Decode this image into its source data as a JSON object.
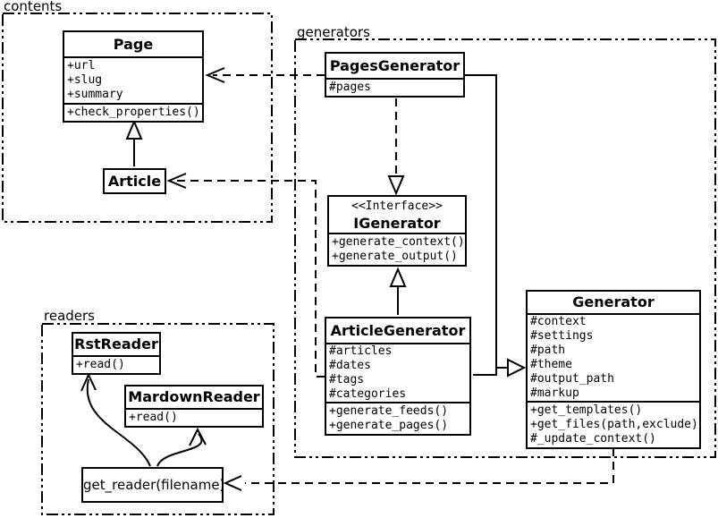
{
  "diagram_title": "UML class diagram",
  "colors": {
    "line": "#000000",
    "background": "#ffffff"
  },
  "packages": {
    "contents": {
      "label": "contents"
    },
    "generators": {
      "label": "generators"
    },
    "readers": {
      "label": "readers"
    }
  },
  "classes": {
    "page": {
      "title": "Page",
      "attrs": [
        "+url",
        "+slug",
        "+summary"
      ],
      "methods": [
        "+check_properties()"
      ]
    },
    "article": {
      "title": "Article"
    },
    "pages_generator": {
      "title": "PagesGenerator",
      "attrs": [
        "#pages"
      ]
    },
    "igenerator": {
      "stereotype": "<<Interface>>",
      "title": "IGenerator",
      "methods": [
        "+generate_context()",
        "+generate_output()"
      ]
    },
    "article_generator": {
      "title": "ArticleGenerator",
      "attrs": [
        "#articles",
        "#dates",
        "#tags",
        "#categories"
      ],
      "methods": [
        "+generate_feeds()",
        "+generate_pages()"
      ]
    },
    "generator": {
      "title": "Generator",
      "attrs": [
        "#context",
        "#settings",
        "#path",
        "#theme",
        "#output_path",
        "#markup"
      ],
      "methods": [
        "+get_templates()",
        "+get_files(path,exclude)",
        "#_update_context()"
      ]
    },
    "rst_reader": {
      "title": "RstReader",
      "methods": [
        "+read()"
      ]
    },
    "mardown_reader": {
      "title": "MardownReader",
      "methods": [
        "+read()"
      ]
    },
    "get_reader": {
      "label": "get_reader(filename)"
    }
  },
  "relations": [
    "PagesGenerator ..> Page",
    "ArticleGenerator ..> Article",
    "PagesGenerator ..|> IGenerator",
    "ArticleGenerator --|> IGenerator",
    "PagesGenerator --|> Generator",
    "ArticleGenerator --|> Generator",
    "Article --|> Page",
    "Generator ..> get_reader(filename)",
    "get_reader(filename) --> RstReader",
    "get_reader(filename) --> MardownReader"
  ]
}
